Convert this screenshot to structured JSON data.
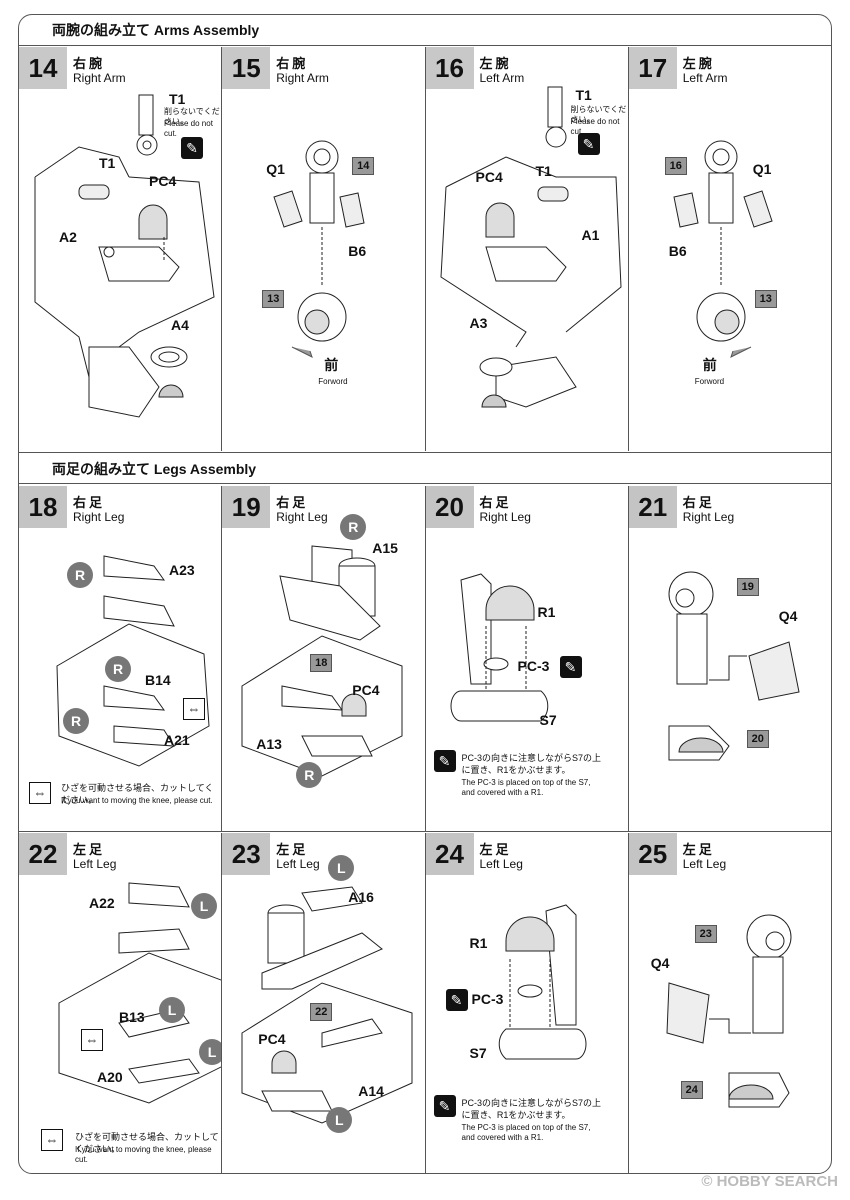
{
  "sections": {
    "arms": "両腕の組み立て  Arms Assembly",
    "legs": "両足の組み立て  Legs Assembly"
  },
  "steps": {
    "s14": {
      "num": "14",
      "jp": "右腕",
      "en": "Right Arm",
      "labels": {
        "t1": "T1",
        "pc4": "PC4",
        "a2": "A2",
        "a4": "A4",
        "t1top": "T1",
        "dnc_jp": "削らないでください。",
        "dnc_en": "Please do not cut."
      }
    },
    "s15": {
      "num": "15",
      "jp": "右腕",
      "en": "Right Arm",
      "labels": {
        "q1": "Q1",
        "b6": "B6",
        "tag14": "14",
        "tag13": "13",
        "fwd_jp": "前",
        "fwd_en": "Forword"
      }
    },
    "s16": {
      "num": "16",
      "jp": "左腕",
      "en": "Left Arm",
      "labels": {
        "t1": "T1",
        "pc4": "PC4",
        "a1": "A1",
        "a3": "A3",
        "t1top": "T1",
        "dnc_jp": "削らないでください。",
        "dnc_en": "Please do not cut."
      }
    },
    "s17": {
      "num": "17",
      "jp": "左腕",
      "en": "Left Arm",
      "labels": {
        "q1": "Q1",
        "b6": "B6",
        "tag16": "16",
        "tag13": "13",
        "fwd_jp": "前",
        "fwd_en": "Forword"
      }
    },
    "s18": {
      "num": "18",
      "jp": "右足",
      "en": "Right Leg",
      "labels": {
        "a23": "A23",
        "b14": "B14",
        "a21": "A21",
        "r": "R"
      },
      "note_jp": "ひざを可動させる場合、カットしてください。",
      "note_en": "If you want to moving the knee, please cut."
    },
    "s19": {
      "num": "19",
      "jp": "右足",
      "en": "Right Leg",
      "labels": {
        "a15": "A15",
        "tag18": "18",
        "pc4": "PC4",
        "a13": "A13",
        "r": "R"
      }
    },
    "s20": {
      "num": "20",
      "jp": "右足",
      "en": "Right Leg",
      "labels": {
        "r1": "R1",
        "pc3": "PC-3",
        "s7": "S7"
      },
      "note_jp": "PC-3の向きに注意しながらS7の上に置き、R1をかぶせます。",
      "note_en": "The PC-3 is placed on top of the S7, and covered with a R1."
    },
    "s21": {
      "num": "21",
      "jp": "右足",
      "en": "Right Leg",
      "labels": {
        "tag19": "19",
        "q4": "Q4",
        "tag20": "20"
      }
    },
    "s22": {
      "num": "22",
      "jp": "左足",
      "en": "Left Leg",
      "labels": {
        "a22": "A22",
        "b13": "B13",
        "a20": "A20",
        "l": "L"
      },
      "note_jp": "ひざを可動させる場合、カットしてください。",
      "note_en": "If you want to moving the knee, please cut."
    },
    "s23": {
      "num": "23",
      "jp": "左足",
      "en": "Left Leg",
      "labels": {
        "a16": "A16",
        "tag22": "22",
        "pc4": "PC4",
        "a14": "A14",
        "l": "L"
      }
    },
    "s24": {
      "num": "24",
      "jp": "左足",
      "en": "Left Leg",
      "labels": {
        "r1": "R1",
        "pc3": "PC-3",
        "s7": "S7"
      },
      "note_jp": "PC-3の向きに注意しながらS7の上に置き、R1をかぶせます。",
      "note_en": "The PC-3 is placed on top of the S7, and covered with a R1."
    },
    "s25": {
      "num": "25",
      "jp": "左足",
      "en": "Left Leg",
      "labels": {
        "tag23": "23",
        "q4": "Q4",
        "tag24": "24"
      }
    }
  },
  "icons": {
    "warn": "paint-drop-icon",
    "cut": "cut-arrows-icon"
  },
  "watermark": "© HOBBY SEARCH"
}
